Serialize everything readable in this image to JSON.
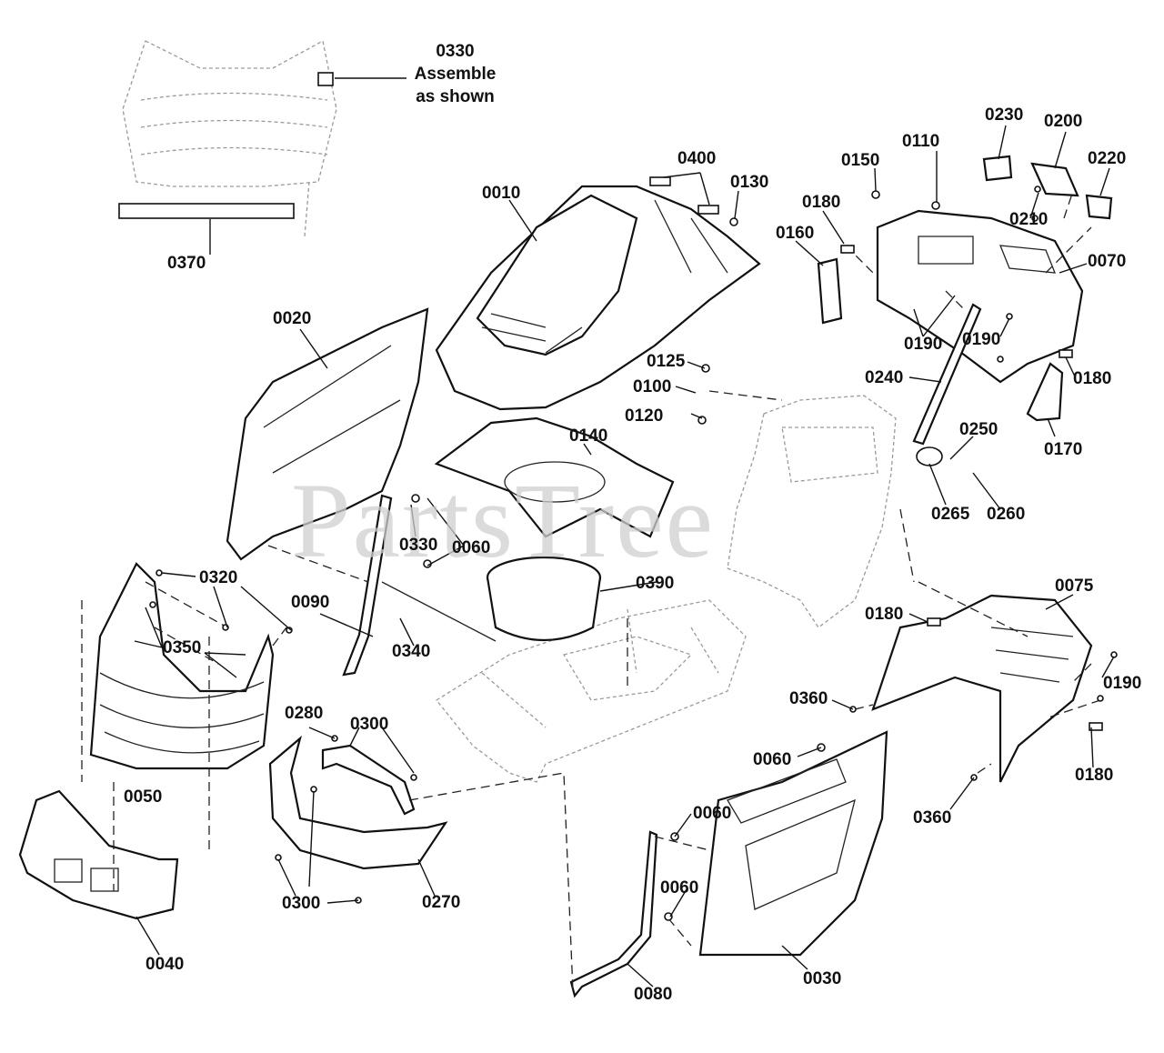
{
  "diagram": {
    "watermark": "PartsTree",
    "note": {
      "number": "0330",
      "text_line1": "Assemble",
      "text_line2": "as shown"
    },
    "labels": [
      {
        "id": "0370",
        "text": "0370"
      },
      {
        "id": "0010",
        "text": "0010"
      },
      {
        "id": "0400",
        "text": "0400"
      },
      {
        "id": "0130",
        "text": "0130"
      },
      {
        "id": "0150",
        "text": "0150"
      },
      {
        "id": "0110",
        "text": "0110"
      },
      {
        "id": "0230",
        "text": "0230"
      },
      {
        "id": "0200",
        "text": "0200"
      },
      {
        "id": "0220",
        "text": "0220"
      },
      {
        "id": "0180-a",
        "text": "0180"
      },
      {
        "id": "0160",
        "text": "0160"
      },
      {
        "id": "0210",
        "text": "0210"
      },
      {
        "id": "0070",
        "text": "0070"
      },
      {
        "id": "0020",
        "text": "0020"
      },
      {
        "id": "0190-a",
        "text": "0190"
      },
      {
        "id": "0190-b",
        "text": "0190"
      },
      {
        "id": "0125",
        "text": "0125"
      },
      {
        "id": "0100",
        "text": "0100"
      },
      {
        "id": "0120",
        "text": "0120"
      },
      {
        "id": "0240",
        "text": "0240"
      },
      {
        "id": "0180-b",
        "text": "0180"
      },
      {
        "id": "0140",
        "text": "0140"
      },
      {
        "id": "0250",
        "text": "0250"
      },
      {
        "id": "0170",
        "text": "0170"
      },
      {
        "id": "0265",
        "text": "0265"
      },
      {
        "id": "0260",
        "text": "0260"
      },
      {
        "id": "0330-b",
        "text": "0330"
      },
      {
        "id": "0060-a",
        "text": "0060"
      },
      {
        "id": "0320",
        "text": "0320"
      },
      {
        "id": "0390",
        "text": "0390"
      },
      {
        "id": "0075",
        "text": "0075"
      },
      {
        "id": "0090",
        "text": "0090"
      },
      {
        "id": "0180-c",
        "text": "0180"
      },
      {
        "id": "0350",
        "text": "0350"
      },
      {
        "id": "0340",
        "text": "0340"
      },
      {
        "id": "0190-c",
        "text": "0190"
      },
      {
        "id": "0360-a",
        "text": "0360"
      },
      {
        "id": "0280",
        "text": "0280"
      },
      {
        "id": "0300-a",
        "text": "0300"
      },
      {
        "id": "0060-b",
        "text": "0060"
      },
      {
        "id": "0180-d",
        "text": "0180"
      },
      {
        "id": "0050",
        "text": "0050"
      },
      {
        "id": "0360-b",
        "text": "0360"
      },
      {
        "id": "0060-c",
        "text": "0060"
      },
      {
        "id": "0060-d",
        "text": "0060"
      },
      {
        "id": "0300-b",
        "text": "0300"
      },
      {
        "id": "0270",
        "text": "0270"
      },
      {
        "id": "0040",
        "text": "0040"
      },
      {
        "id": "0030",
        "text": "0030"
      },
      {
        "id": "0080",
        "text": "0080"
      }
    ]
  }
}
